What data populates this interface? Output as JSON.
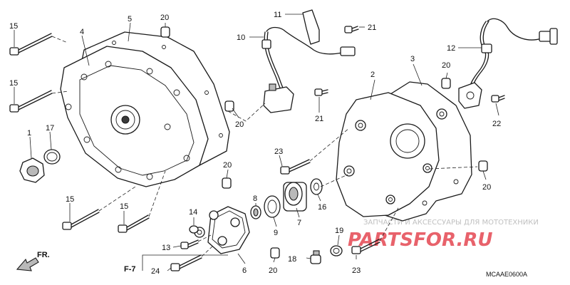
{
  "callouts": {
    "c1": "1",
    "c2": "2",
    "c3": "3",
    "c4": "4",
    "c5": "5",
    "c6": "6",
    "c7": "7",
    "c8": "8",
    "c9": "9",
    "c10": "10",
    "c11": "11",
    "c12": "12",
    "c13": "13",
    "c14": "14",
    "c15a": "15",
    "c15b": "15",
    "c15c": "15",
    "c15d": "15",
    "c16": "16",
    "c17": "17",
    "c18": "18",
    "c19": "19",
    "c20a": "20",
    "c20b": "20",
    "c20c": "20",
    "c20d": "20",
    "c20e": "20",
    "c20f": "20",
    "c21a": "21",
    "c21b": "21",
    "c22": "22",
    "c23a": "23",
    "c23b": "23",
    "c24": "24"
  },
  "reference": "F-7",
  "direction_label": "FR.",
  "diagram_code": "MCAAE0600A",
  "watermark": {
    "text": "ЗАПЧАСТИ И АКСЕССУАРЫ ДЛЯ МОТОТЕХНИКИ",
    "logo": "PARTSFOR.RU"
  }
}
